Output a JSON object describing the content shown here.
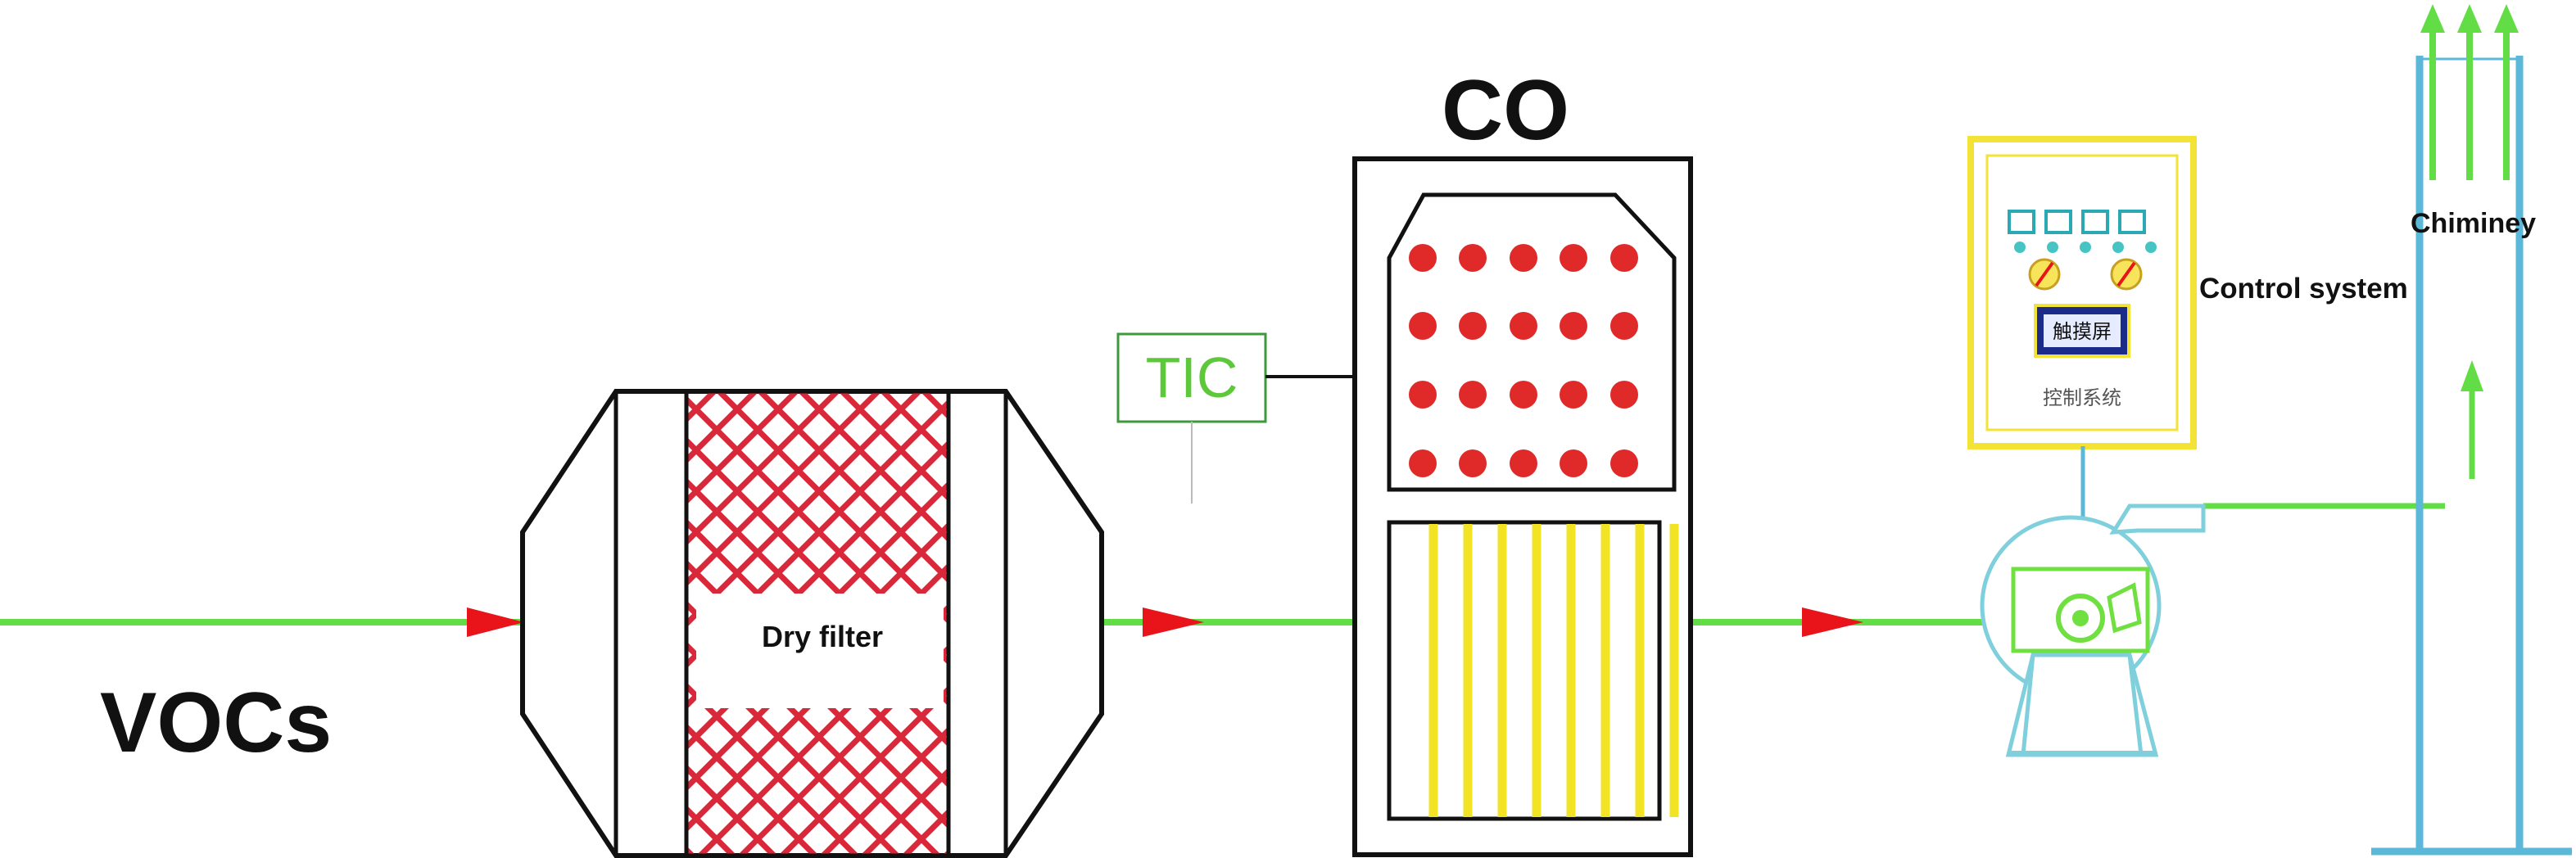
{
  "labels": {
    "vocs": "VOCs",
    "co": "CO",
    "tic": "TIC",
    "dry_filter": "Dry filter",
    "control_system": "Control system",
    "chiminey": "Chiminey",
    "touch_screen": "触摸屏",
    "control_cn": "控制系统"
  },
  "colors": {
    "pipe": "#62dd45",
    "arrow": "#e8141a",
    "outline": "#111111",
    "mesh": "#d8283a",
    "ceramic_dot": "#e02a2a",
    "heater": "#f2e324",
    "panel_border": "#f3e336",
    "fan": "#7fd0dc",
    "fan_inner": "#6fe040",
    "chimney": "#5bb8d8",
    "tic_text": "#5cc83a",
    "tic_border": "#3c9a3c"
  },
  "icons": {
    "flow_arrow": "red-triangle-arrow",
    "exhaust_arrow": "green-up-arrow",
    "knob": "dial-knob-icon",
    "indicator": "square-indicator-icon"
  }
}
